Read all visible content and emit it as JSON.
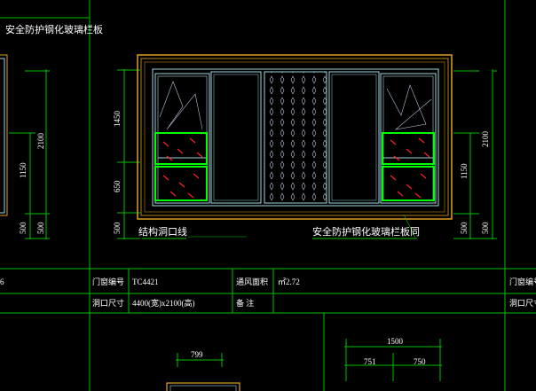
{
  "colors": {
    "background": "#000000",
    "green_line": "#00c000",
    "white_text": "#ffffff",
    "orange_frame": "#e0a020",
    "cyan_frame": "#9fd6e0",
    "red_hatch": "#ff2020",
    "gray_hatch": "#b8c0d8"
  },
  "labels": {
    "top_left_note": "安全防护钢化玻璃栏板",
    "struct_opening_line": "结构洞口线",
    "same_as_note": "安全防护钢化玻璃栏板同",
    "table_num_label": "门窗编号",
    "table_num_value": "TC4421",
    "table_size_label": "洞口尺寸",
    "table_size_value": "4400(宽)x2100(高)",
    "table_vent_label": "通风面积",
    "table_vent_value": "㎡2.72",
    "table_note_label": "备 注",
    "table_right_num_label": "门窗编号",
    "table_right_size_label": "洞口尺寸",
    "table_left_edge": "6"
  },
  "dimensions": {
    "left_2100": "2100",
    "left_1150": "1150",
    "left_500a": "500",
    "left_500b": "500",
    "mid_1450": "1450",
    "mid_650": "650",
    "mid_500": "500",
    "right_2100": "2100",
    "right_1150": "1150",
    "right_500a": "500",
    "right_500b": "500",
    "bottom_799": "799",
    "bottom_1500": "1500",
    "bottom_751": "751",
    "bottom_750": "750"
  }
}
